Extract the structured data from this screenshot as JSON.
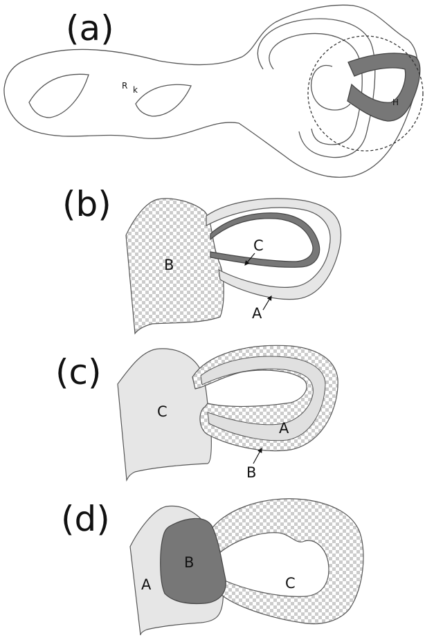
{
  "panels": {
    "a": {
      "tag": "(a)",
      "surface_label_main": "R",
      "surface_label_sub": "k",
      "handle_label": "H"
    },
    "b": {
      "tag": "(b)",
      "label_B": "B",
      "label_C": "C",
      "label_A": "A"
    },
    "c": {
      "tag": "(c)",
      "label_C": "C",
      "label_A": "A",
      "label_B": "B"
    },
    "d": {
      "tag": "(d)",
      "label_A": "A",
      "label_B": "B",
      "label_C": "C"
    }
  },
  "colors": {
    "outline": "#555555",
    "dark_fill": "#777777",
    "light_fill": "#e6e6e6",
    "checker_light": "#ffffff",
    "checker_dark": "#cccccc"
  }
}
